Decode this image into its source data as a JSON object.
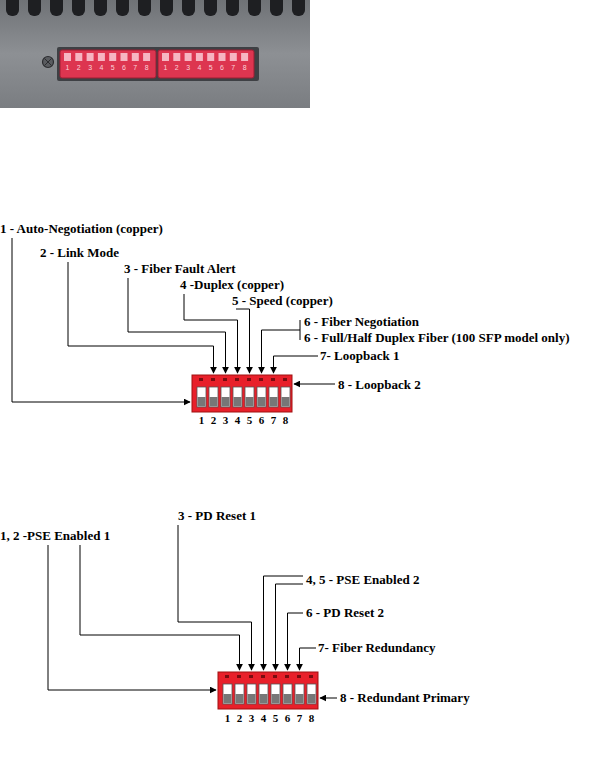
{
  "diagram": {
    "labels": [
      "1",
      "2",
      "3",
      "4",
      "5",
      "6",
      "7",
      "8",
      "1",
      "2",
      "3",
      "4",
      "5",
      "6",
      "7",
      "8",
      "1 - Auto-Negotiation (copper)",
      "2 - Link Mode",
      "3 - Fiber Fault Alert",
      "4 -Duplex (copper)",
      "5 - Speed (copper)",
      "6 - Fiber Negotiation",
      "6 - Full/Half Duplex Fiber (100 SFP model only)",
      "7- Loopback 1",
      "8 - Loopback 2",
      "1",
      "2",
      "3",
      "4",
      "5",
      "6",
      "7",
      "8",
      "1, 2 -PSE Enabled 1",
      "3 - PD Reset 1",
      "4, 5 - PSE Enabled 2",
      "6 - PD Reset 2",
      "7- Fiber Redundancy",
      "8 - Redundant Primary",
      "1",
      "2",
      "3",
      "4",
      "5",
      "6",
      "7",
      "8"
    ]
  }
}
